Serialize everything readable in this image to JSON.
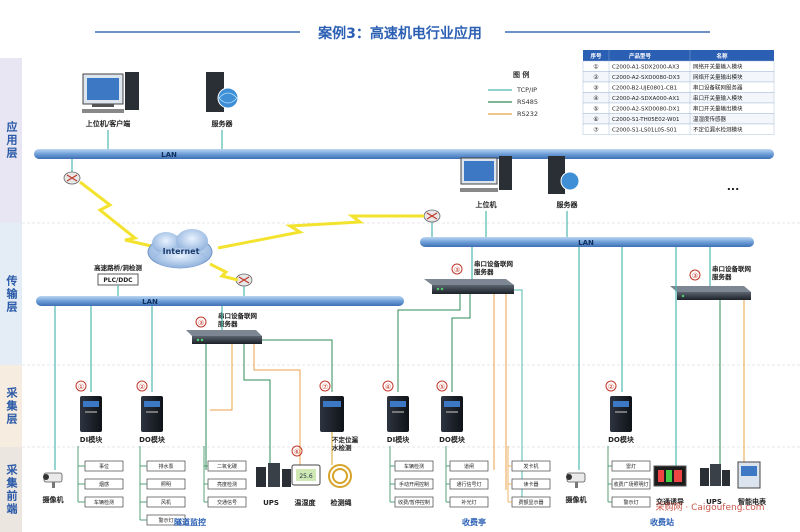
{
  "title": "案例3：高速机电行业应用",
  "layers": [
    "应用层",
    "传输层",
    "采集层",
    "采集前端"
  ],
  "legend": {
    "title": "图  例",
    "items": [
      {
        "label": "TCP/IP",
        "color": "#4fb8b0"
      },
      {
        "label": "RS485",
        "color": "#2e8b57"
      },
      {
        "label": "RS232",
        "color": "#e8a24a"
      }
    ]
  },
  "product_table": {
    "headers": [
      "序号",
      "产品型号",
      "名称"
    ],
    "rows": [
      [
        "①",
        "C2000-A1-SDX2000-AX3",
        "网络开关量输入模块"
      ],
      [
        "②",
        "C2000-A2-SXD0080-DX3",
        "网络开关量输出模块"
      ],
      [
        "③",
        "C2000-B2-UJE0801-CB1",
        "串口设备联网服务器"
      ],
      [
        "④",
        "C2000-A2-SDXA000-AX1",
        "串口开关量输入模块"
      ],
      [
        "⑤",
        "C2000-A2-SXD0080-DX1",
        "串口开关量输出模块"
      ],
      [
        "⑥",
        "C2000-S1-TH05E02-W01",
        "温湿度传感器"
      ],
      [
        "⑦",
        "C2000-S1-LS01L05-S01",
        "不定位漏水检测模块"
      ]
    ]
  },
  "nodes": {
    "pc_client": "上位机/客户端",
    "server_top": "服务器",
    "pc_right": "上位机",
    "server_right": "服务器",
    "ellipsis": "...",
    "internet": "Internet",
    "highway_label": "高速路桥/洞检测",
    "plc": "PLC/DDC",
    "lan": "LAN",
    "serial_server": "串口设备联网\n服务器",
    "di_module": "DI模块",
    "do_module": "DO模块",
    "leak_module": "不定位漏\n水检测",
    "camera": "摄像机",
    "ups": "UPS",
    "temp_humidity": "温湿度",
    "leak_rope": "检测绳",
    "traffic_sign": "交通诱导",
    "smart_meter": "智能电表"
  },
  "badges": [
    "①",
    "②",
    "③",
    "④",
    "⑤",
    "⑥",
    "⑦"
  ],
  "devices_left": {
    "di": [
      "事位",
      "烟感",
      "车辆检测"
    ],
    "do": [
      "排水泵",
      "照明",
      "风机",
      "警示灯"
    ],
    "extra": [
      "二氧化碳",
      "亮度检测",
      "交通信号"
    ]
  },
  "devices_mid": {
    "di": [
      "车辆检测",
      "手动开闸控制",
      "收费/暂停控制"
    ],
    "do": [
      "道闸",
      "通行信号灯",
      "补光灯"
    ],
    "extra": [
      "发卡机",
      "读卡器",
      "费额显示器"
    ]
  },
  "devices_right": {
    "do": [
      "雷灯",
      "收费广场照明灯",
      "警示灯"
    ]
  },
  "sections": [
    "隧道监控",
    "收费亭",
    "收费站"
  ],
  "watermark": "采购网 · Caigoufeng.com"
}
